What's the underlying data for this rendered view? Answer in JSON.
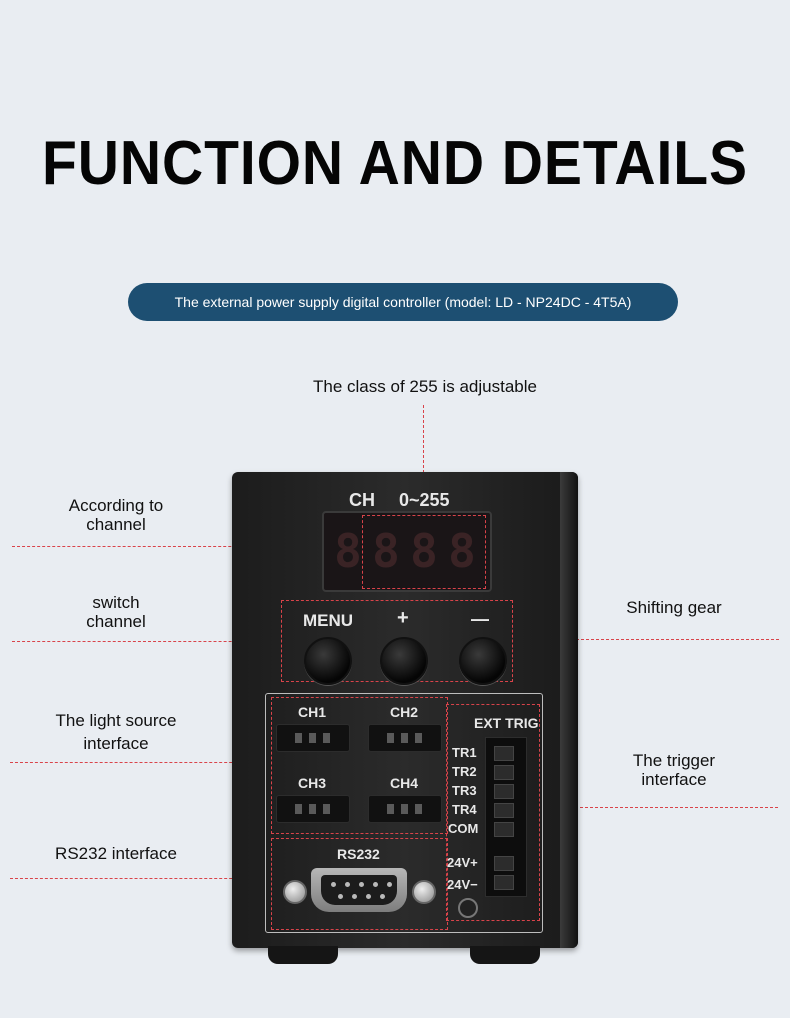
{
  "title": "FUNCTION AND DETAILS",
  "model_caption": "The external power supply digital controller (model: LD -  NP24DC - 4T5A)",
  "callouts": {
    "class_255": "The class of 255 is adjustable",
    "according_line1": "According to",
    "according_line2": "channel",
    "switch_line1": "switch",
    "switch_line2": "channel",
    "shifting_gear": "Shifting gear",
    "light_source_line1": "The light source",
    "light_source_line2": "interface",
    "trigger_line1": "The trigger",
    "trigger_line2": "interface",
    "rs232_interface": "RS232 interface"
  },
  "device": {
    "ch_label": "CH",
    "range_label": "0~255",
    "display_digits": [
      "8",
      "8",
      "8",
      "8"
    ],
    "buttons": {
      "menu": "MENU",
      "plus": "+",
      "minus": "—"
    },
    "channels": [
      "CH1",
      "CH2",
      "CH3",
      "CH4"
    ],
    "ext_trig": "EXT TRIG",
    "trigger_pins": [
      "TR1",
      "TR2",
      "TR3",
      "TR4",
      "COM"
    ],
    "power_pins": [
      "24V+",
      "24V−"
    ],
    "rs232": "RS232"
  },
  "colors": {
    "background": "#e9edf2",
    "pill": "#1d4f72",
    "dashes": "#d9434a",
    "device_body": "#1f1f1f"
  }
}
